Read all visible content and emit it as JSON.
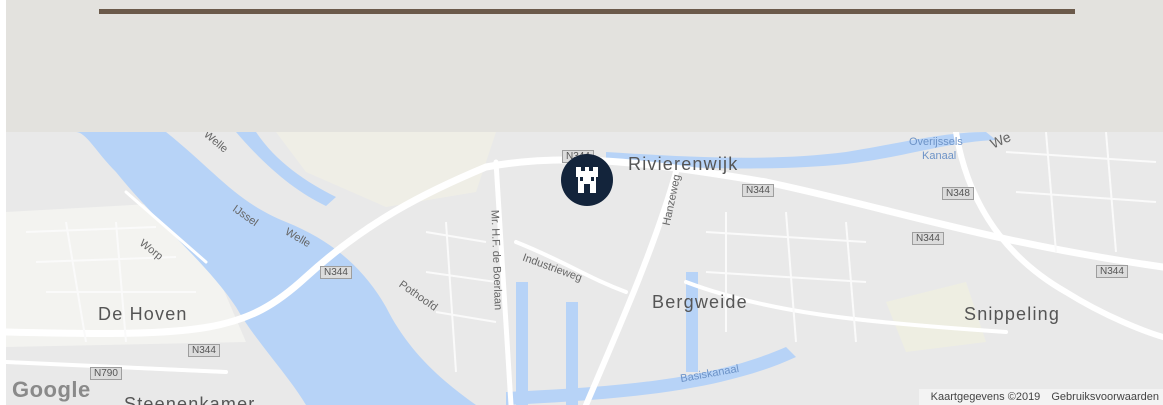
{
  "header": {
    "bar_color": "#6b5a4a",
    "panel_color": "#e3e2de"
  },
  "map": {
    "places": {
      "rivierenwijk": "Rivierenwijk",
      "de_hoven": "De Hoven",
      "bergweide": "Bergweide",
      "snippeling": "Snippeling",
      "steenenkamer": "Steenenkamer"
    },
    "streets": {
      "welle_top": "Welle",
      "ijssel": "IJssel",
      "welle": "Welle",
      "worp": "Worp",
      "pothoofd": "Pothoofd",
      "industrieweg": "Industrieweg",
      "de_boerlaan": "Mr. H.F. de Boerlaan",
      "hanzeweg": "Hanzeweg",
      "we": "We"
    },
    "water": {
      "basiskanaal": "Basiskanaal",
      "overijssels_kanaal_1": "Overijssels",
      "overijssels_kanaal_2": "Kanaal"
    },
    "shields": {
      "n344_a": "N344",
      "n344_b": "N344",
      "n344_c": "N344",
      "n344_d": "N344",
      "n344_e": "N344",
      "n344_f": "N344",
      "n348": "N348",
      "n790": "N790"
    },
    "marker_icon": "castle-icon",
    "google_logo": "Google",
    "attribution": {
      "map_data": "Kaartgegevens ©2019",
      "terms": "Gebruiksvoorwaarden"
    },
    "colors": {
      "water": "#b7d3f7",
      "land": "#e9e9e9",
      "road": "#ffffff",
      "marker": "#13243b"
    }
  }
}
